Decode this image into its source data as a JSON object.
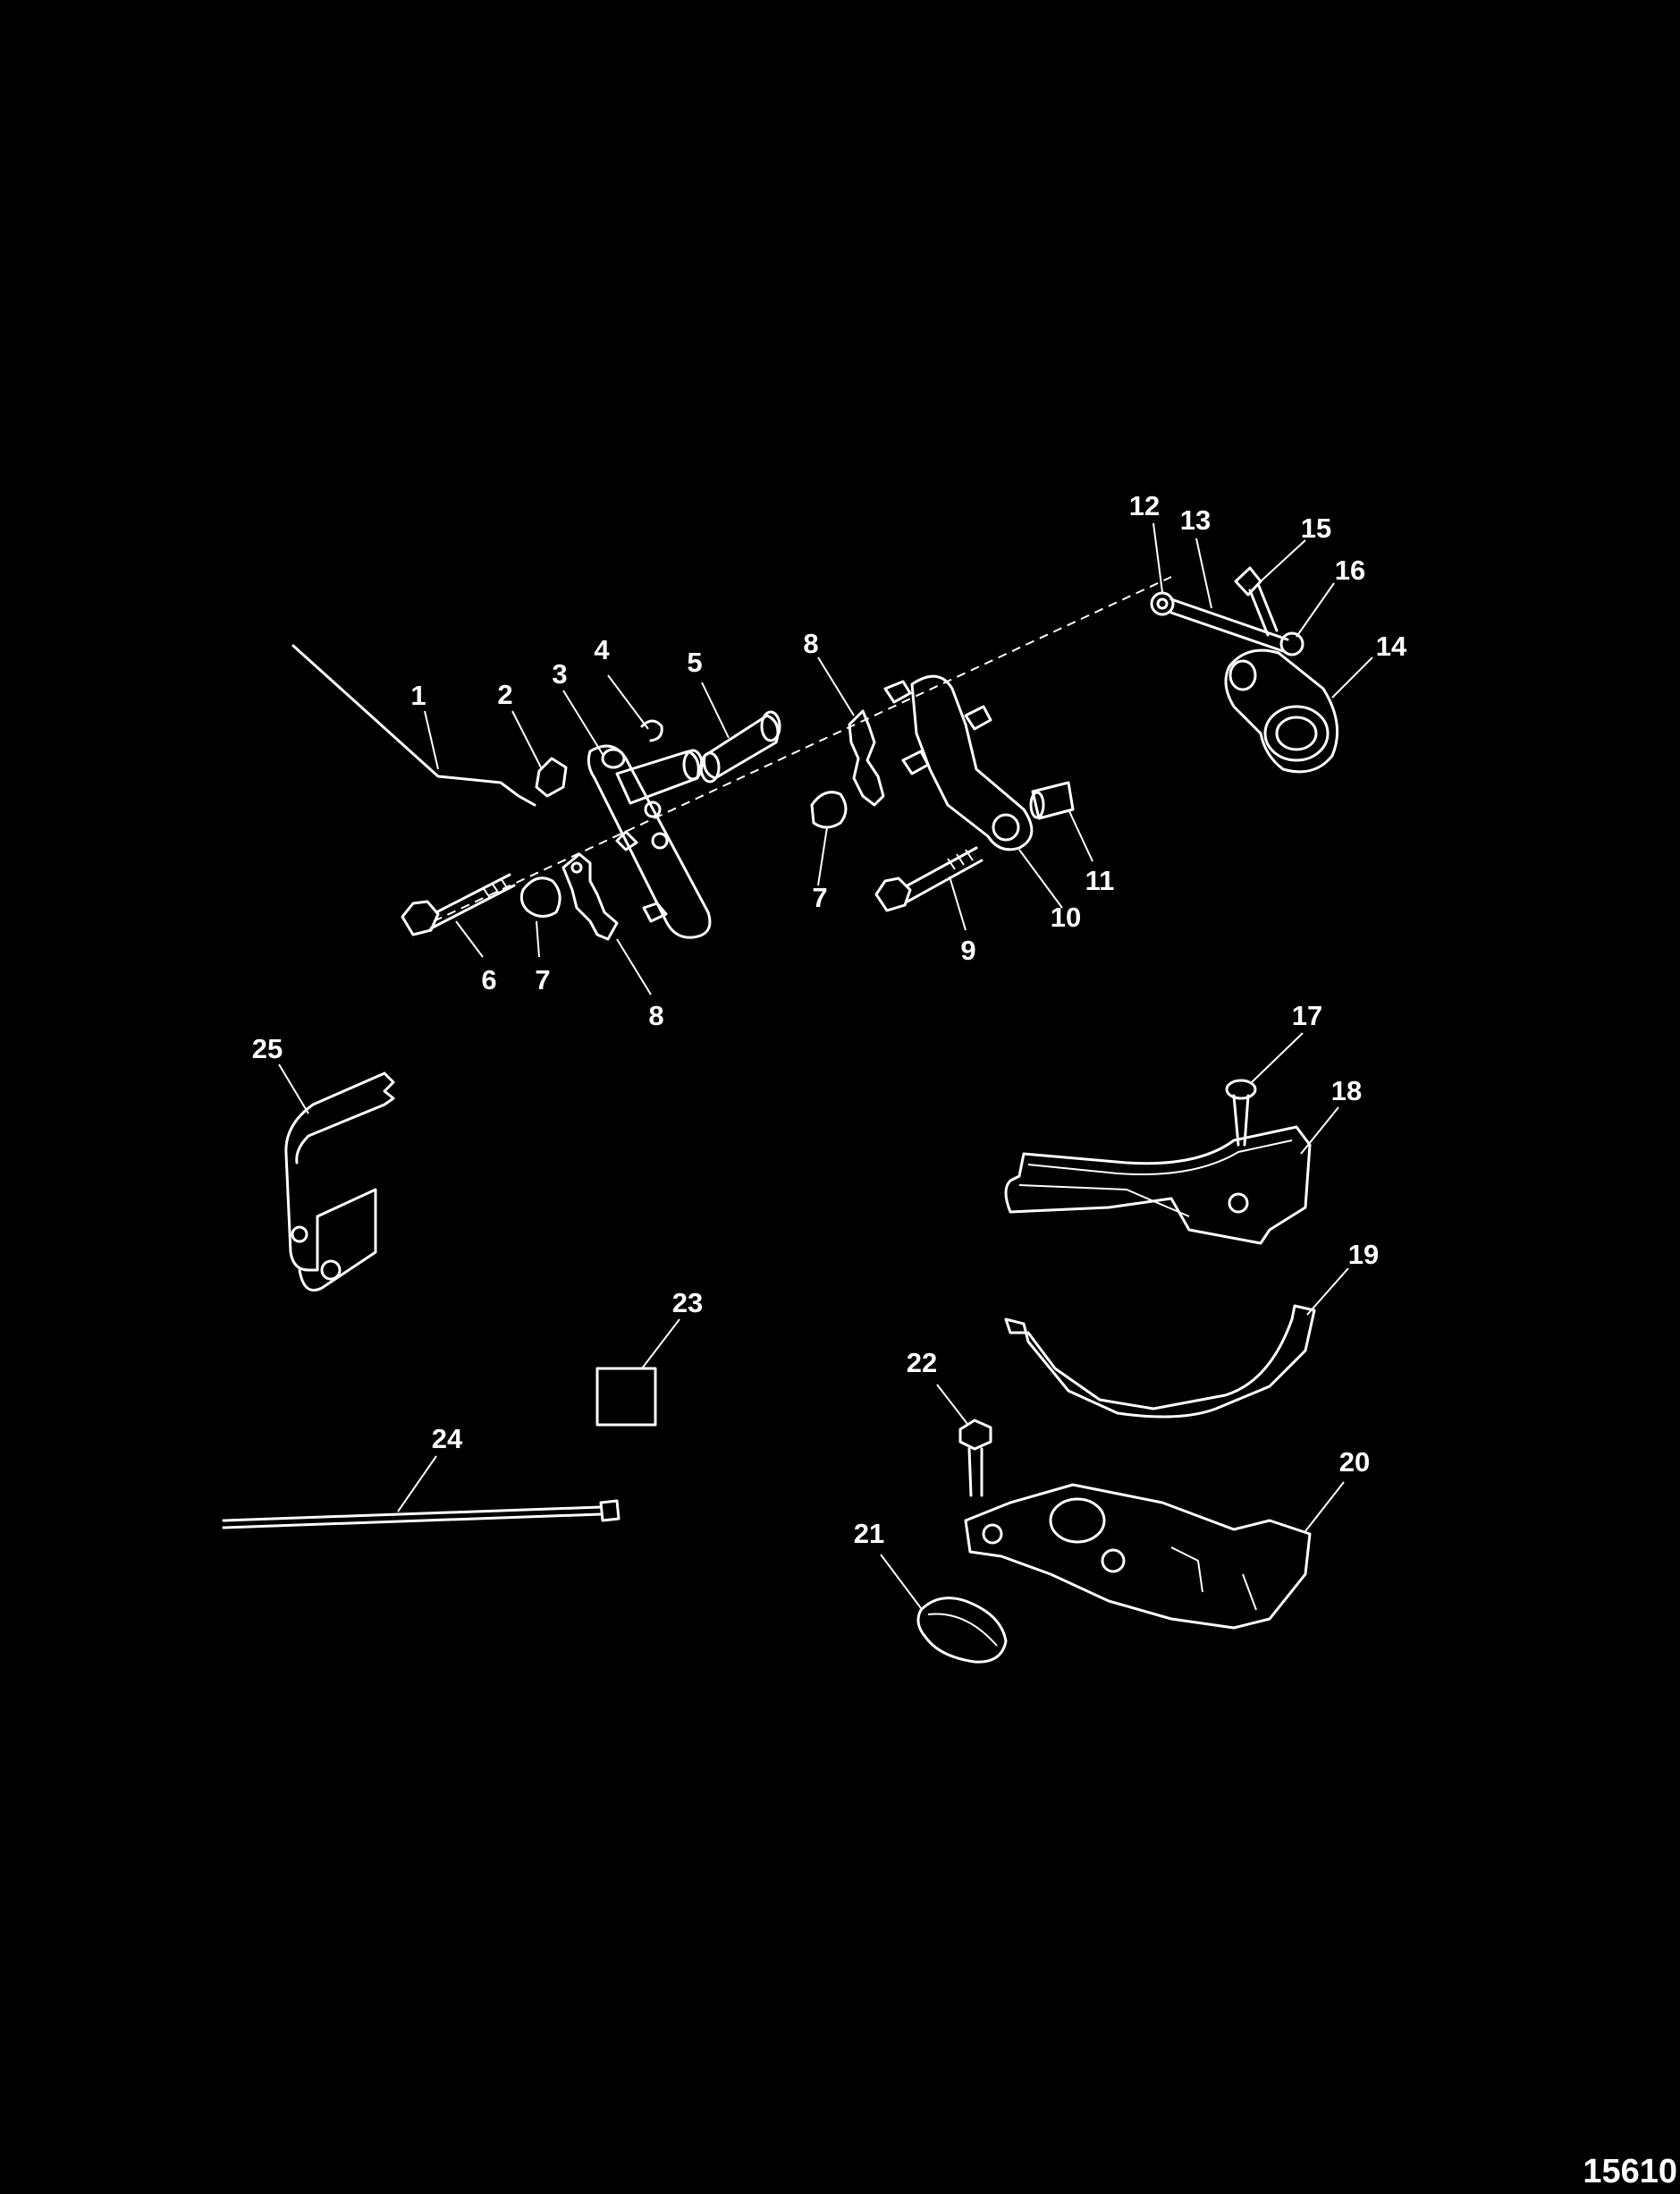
{
  "diagram": {
    "type": "exploded-parts-view",
    "figure_id": "15610",
    "callouts": {
      "c1": "1",
      "c2": "2",
      "c3": "3",
      "c4": "4",
      "c5": "5",
      "c6": "6",
      "c7a": "7",
      "c7b": "7",
      "c8a": "8",
      "c8b": "8",
      "c9": "9",
      "c10": "10",
      "c11": "11",
      "c12": "12",
      "c13": "13",
      "c14": "14",
      "c15": "15",
      "c16": "16",
      "c17": "17",
      "c18": "18",
      "c19": "19",
      "c20": "20",
      "c21": "21",
      "c22": "22",
      "c23": "23",
      "c24": "24",
      "c25": "25"
    }
  }
}
